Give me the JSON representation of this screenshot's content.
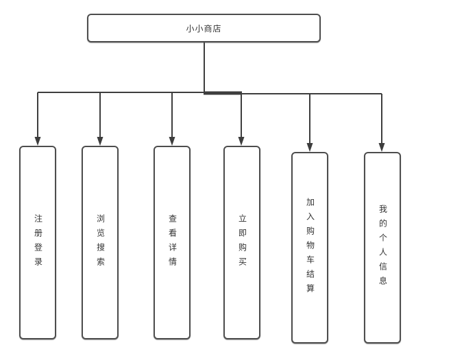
{
  "diagram": {
    "root": {
      "label": "小小商店"
    },
    "children": [
      {
        "id": "register-login",
        "label": "注册登录"
      },
      {
        "id": "browse-search",
        "label": "浏览搜索"
      },
      {
        "id": "view-details",
        "label": "查看详情"
      },
      {
        "id": "buy-now",
        "label": "立即购买"
      },
      {
        "id": "add-cart-checkout",
        "label": "加入购物车结算"
      },
      {
        "id": "my-personal-info",
        "label": "我的个人信息"
      }
    ],
    "colors": {
      "line": "#3d3d3d",
      "node_border": "#4d4d4d",
      "text": "#333333",
      "background": "#ffffff"
    }
  }
}
